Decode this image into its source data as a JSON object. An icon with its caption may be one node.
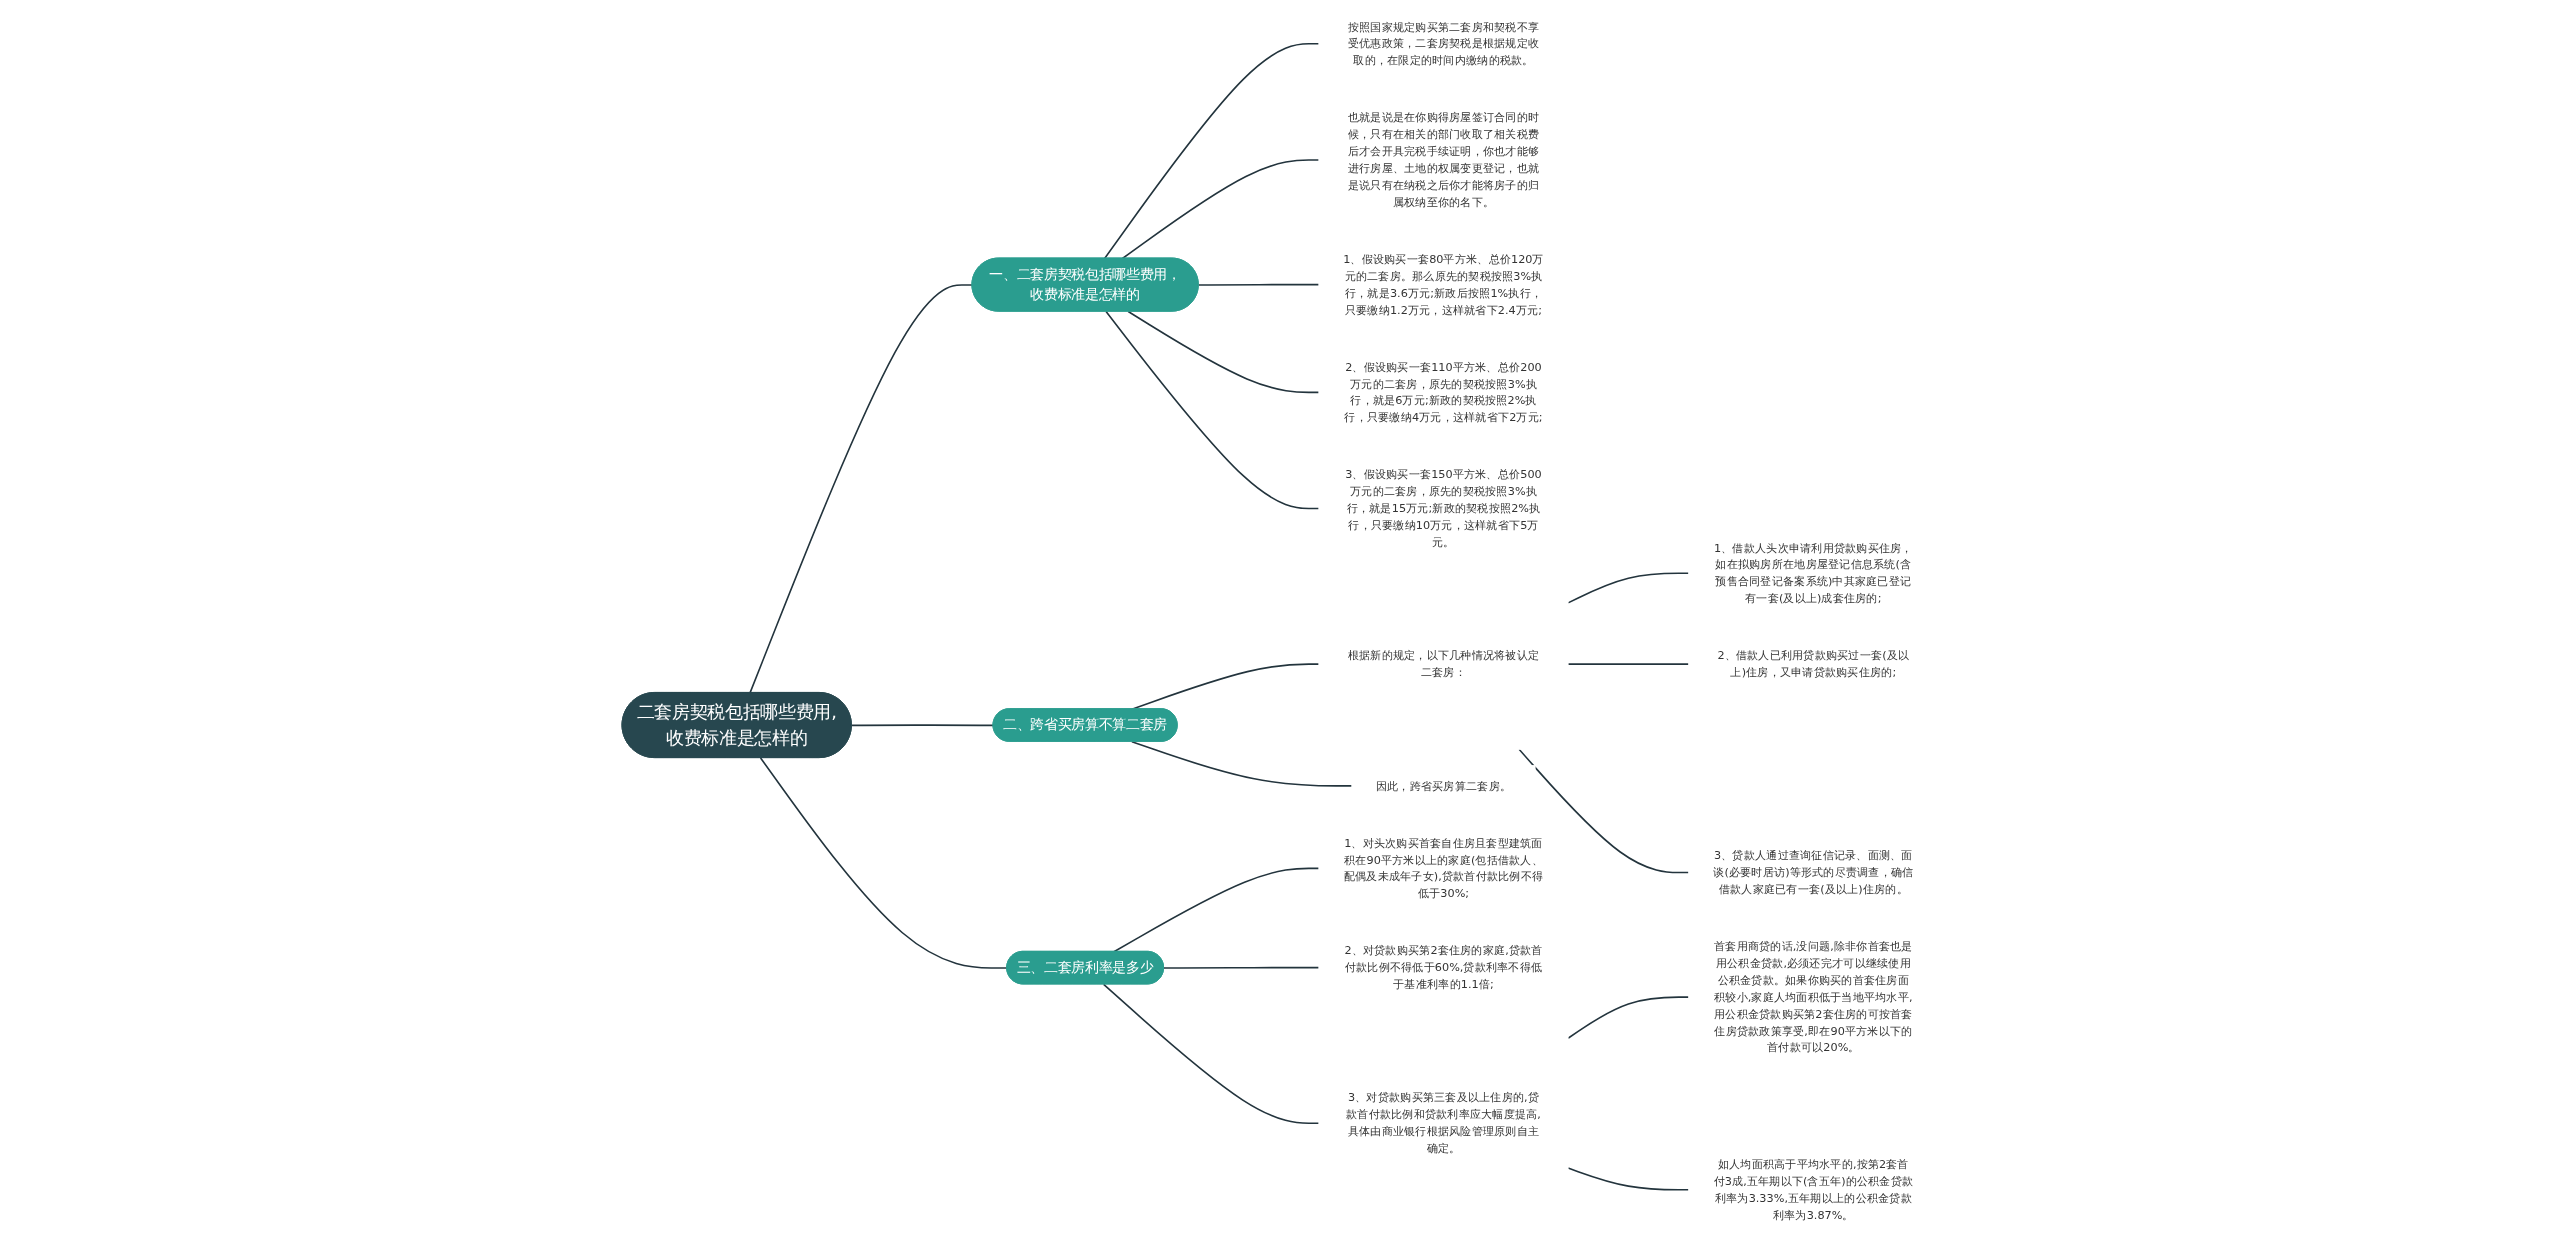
{
  "diagram": {
    "nodes": [
      {
        "text": [
          "二套房契税包括哪些费用,收费标准是怎样的"
        ]
      },
      {
        "text": [
          "一、二套房契税包括哪些费用，收费标准是怎样的"
        ]
      },
      {
        "text": [
          "按照国家规定购买第二套房和契税不享受优惠政策，二套房契税是根据规定收取的，在限定的时间内缴纳的税款。"
        ]
      },
      {
        "text": [
          "也就是说是在你购得房屋签订合同的时候，只有在相关的部门收取了相关税费后才会开具完税手续证明，你也才能够进行房屋、土地的权属变更登记，也就是说只有在纳税之后你才能将房子的归属权纳至你的名下。"
        ]
      },
      {
        "text": [
          "1、假设购买一套80平方米、总价120万元的二套房。那么原先的契税按照3%执行，就是3.6万元;新政后按照1%执行，只要缴纳1.2万元，这样就省下2.4万元;"
        ]
      },
      {
        "text": [
          "2、假设购买一套110平方米、总价200万元的二套房，原先的契税按照3%执行，就是6万元;新政的契税按照2%执行，只要缴纳4万元，这样就省下2万元;"
        ]
      },
      {
        "text": [
          "3、假设购买一套150平方米、总价500万元的二套房，原先的契税按照3%执行，就是15万元;新政的契税按照2%执行，只要缴纳10万元，这样就省下5万元。"
        ]
      },
      {
        "text": [
          "二、跨省买房算不算二套房"
        ]
      },
      {
        "text": [
          "根据新的规定，以下几种情况将被认定二套房："
        ]
      },
      {
        "text": [
          "1、借款人头次申请利用贷款购买住房，如在拟购房所在地房屋登记信息系统(含预售合同登记备案系统)中其家庭已登记有一套(及以上)成套住房的;"
        ]
      },
      {
        "text": [
          "2、借款人已利用贷款购买过一套(及以上)住房，又申请贷款购买住房的;"
        ]
      },
      {
        "text": [
          "3、贷款人通过查询征信记录、面测、面谈(必要时居访)等形式的尽责调查，确信借款人家庭已有一套(及以上)住房的。"
        ]
      },
      {
        "text": [
          "因此，跨省买房算二套房。"
        ]
      },
      {
        "text": [
          "三、二套房利率是多少"
        ]
      },
      {
        "text": [
          "1、对头次购买首套自住房且套型建筑面积在90平方米以上的家庭(包括借款人、配偶及未成年子女),贷款首付款比例不得低于30%;"
        ]
      },
      {
        "text": [
          "2、对贷款购买第2套住房的家庭,贷款首付款比例不得低于60%,贷款利率不得低于基准利率的1.1倍;"
        ]
      },
      {
        "text": [
          "3、对贷款购买第三套及以上住房的,贷款首付款比例和贷款利率应大幅度提高,具体由商业银行根据风险管理原则自主确定。"
        ]
      },
      {
        "text": [
          "首套用商贷的话,没问题,除非你首套也是用公积金贷款,必须还完才可以继续使用公积金贷款。如果你购买的首套住房面积较小,家庭人均面积低于当地平均水平,用公积金贷款购买第2套住房的可按首套住房贷款政策享受,即在90平方米以下的首付款可以20%。"
        ]
      },
      {
        "text": [
          "如人均面积高于平均水平的,按第2套首付3成,五年期以下(含五年)的公积金贷款利率为3.33%,五年期以上的公积金贷款利率为3.87%。"
        ]
      }
    ],
    "edges": [
      {
        "from": 0,
        "to": 1,
        "arrow": "none"
      },
      {
        "from": 1,
        "to": 2,
        "arrow": "none"
      },
      {
        "from": 1,
        "to": 3,
        "arrow": "none"
      },
      {
        "from": 1,
        "to": 4,
        "arrow": "none"
      },
      {
        "from": 1,
        "to": 5,
        "arrow": "none"
      },
      {
        "from": 1,
        "to": 6,
        "arrow": "none"
      },
      {
        "from": 0,
        "to": 7,
        "arrow": "none"
      },
      {
        "from": 7,
        "to": 8,
        "arrow": "none"
      },
      {
        "from": 8,
        "to": 9,
        "arrow": "none"
      },
      {
        "from": 8,
        "to": 10,
        "arrow": "none"
      },
      {
        "from": 8,
        "to": 11,
        "arrow": "none"
      },
      {
        "from": 7,
        "to": 12,
        "arrow": "none"
      },
      {
        "from": 0,
        "to": 13,
        "arrow": "none"
      },
      {
        "from": 13,
        "to": 14,
        "arrow": "none"
      },
      {
        "from": 13,
        "to": 15,
        "arrow": "none"
      },
      {
        "from": 13,
        "to": 16,
        "arrow": "none"
      },
      {
        "from": 16,
        "to": 17,
        "arrow": "none"
      },
      {
        "from": 16,
        "to": 18,
        "arrow": "none"
      }
    ]
  }
}
